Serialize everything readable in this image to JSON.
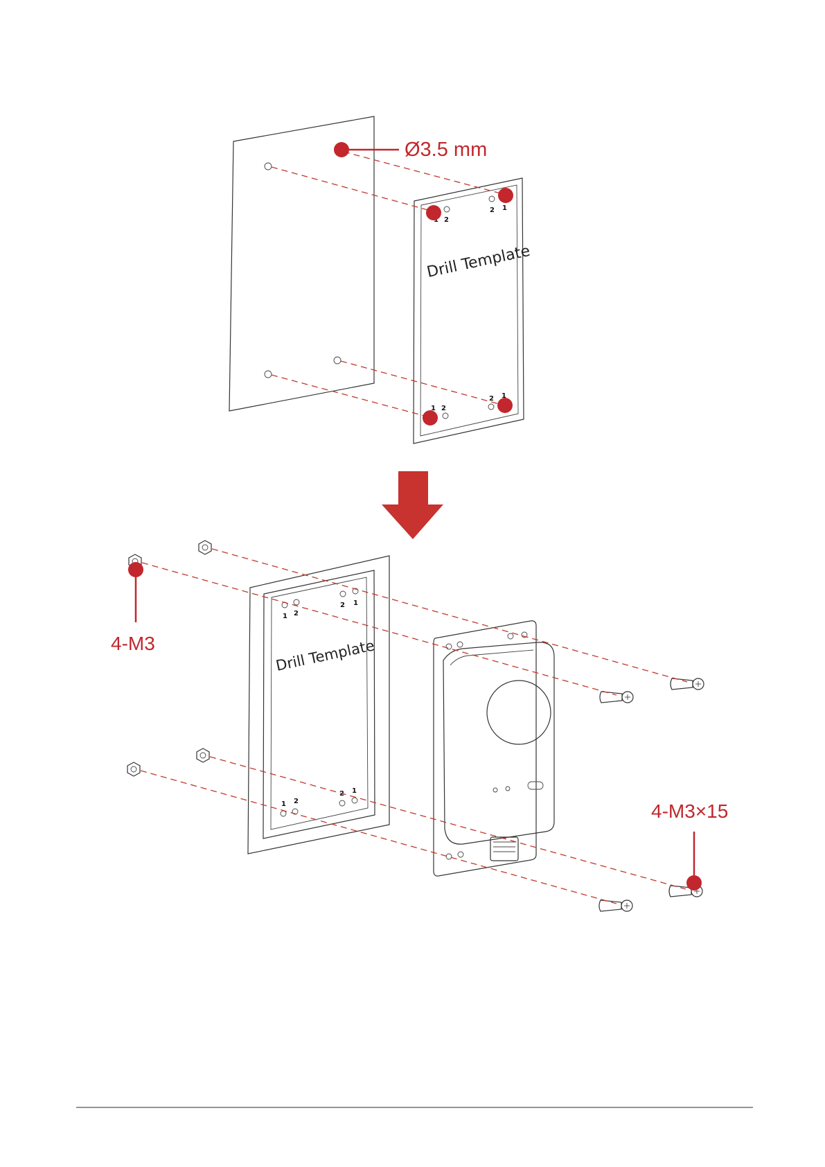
{
  "callouts": {
    "hole_diameter": "Ø3.5 mm",
    "nuts": "4-M3",
    "screws": "4-M3×15"
  },
  "template": {
    "label_top": "Drill Template",
    "label_bottom": "Drill Template",
    "hole_numbers": [
      "1",
      "2"
    ]
  },
  "colors": {
    "accent": "#c1272d",
    "line": "#333333"
  }
}
